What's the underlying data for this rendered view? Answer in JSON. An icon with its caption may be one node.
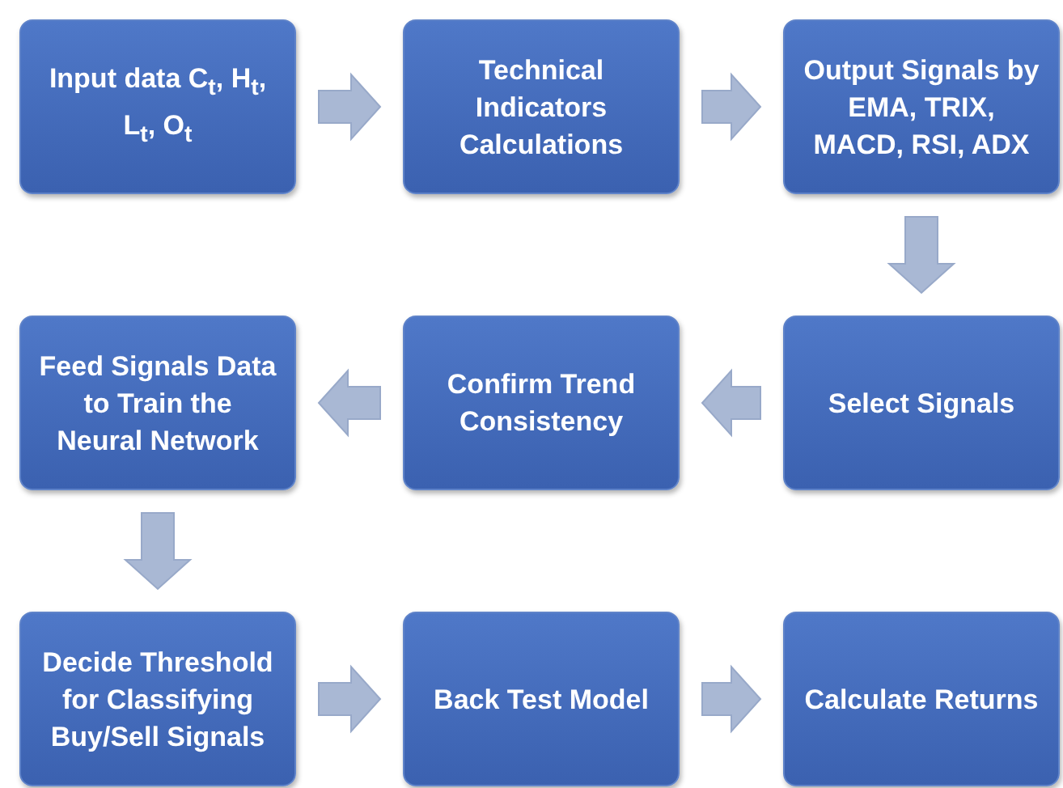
{
  "diagram": {
    "nodes": [
      {
        "text": [
          "Input data C$_{t}$, H$_{t}$, L$_{t}$, O$_{t}$"
        ]
      },
      {
        "text": [
          "Technical Indicators Calculations"
        ]
      },
      {
        "text": [
          "Output Signals by EMA, TRIX, MACD, RSI, ADX"
        ]
      },
      {
        "text": [
          "Feed Signals Data to Train the Neural Network"
        ]
      },
      {
        "text": [
          "Confirm Trend Consistency"
        ]
      },
      {
        "text": [
          "Select Signals"
        ]
      },
      {
        "text": [
          "Decide Threshold for Classifying Buy/Sell Signals"
        ]
      },
      {
        "text": [
          "Back Test Model"
        ]
      },
      {
        "text": [
          "Calculate Returns"
        ]
      }
    ],
    "edges": [
      {
        "from": 0,
        "to": 1,
        "arrow": "to"
      },
      {
        "from": 1,
        "to": 2,
        "arrow": "to"
      },
      {
        "from": 2,
        "to": 5,
        "arrow": "to"
      },
      {
        "from": 5,
        "to": 4,
        "arrow": "to"
      },
      {
        "from": 4,
        "to": 3,
        "arrow": "to"
      },
      {
        "from": 3,
        "to": 6,
        "arrow": "to"
      },
      {
        "from": 6,
        "to": 7,
        "arrow": "to"
      },
      {
        "from": 7,
        "to": 8,
        "arrow": "to"
      }
    ]
  }
}
